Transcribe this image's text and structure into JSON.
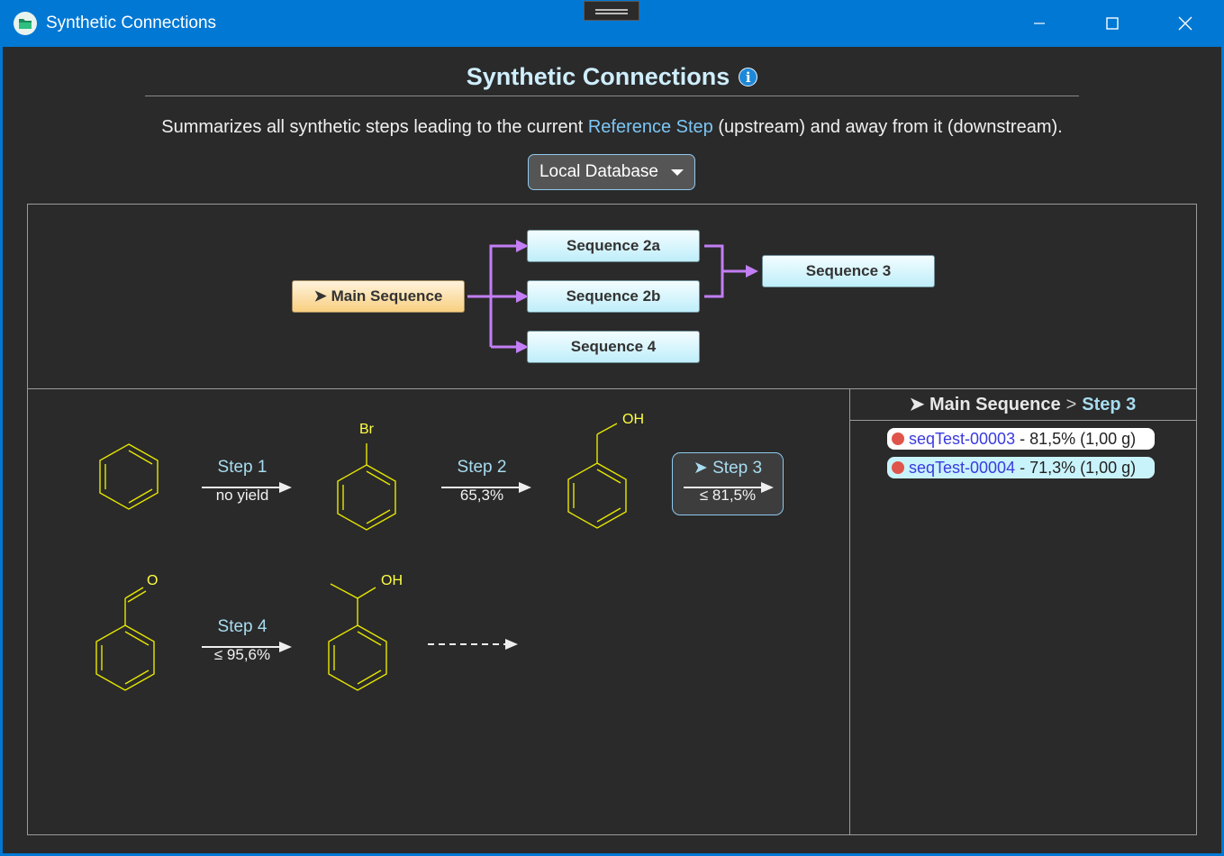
{
  "window": {
    "title": "Synthetic Connections",
    "colors": {
      "accent": "#0078d4",
      "background": "#2a2a2a"
    }
  },
  "header": {
    "title": "Synthetic Connections",
    "subtitle_pre": "Summarizes all synthetic steps leading to the current ",
    "subtitle_link": "Reference Step",
    "subtitle_post": " (upstream) and away from it (downstream)."
  },
  "source_dropdown": {
    "selected": "Local Database"
  },
  "sequence_graph": {
    "main": "➤ Main Sequence",
    "nodes": [
      "Sequence 2a",
      "Sequence 2b",
      "Sequence 4",
      "Sequence 3"
    ],
    "connector_color": "#c37ef5"
  },
  "steps": [
    {
      "label": "Step 1",
      "yield": "no yield"
    },
    {
      "label": "Step 2",
      "yield": "65,3%"
    },
    {
      "label": "➤ Step 3",
      "yield": "≤ 81,5%"
    },
    {
      "label": "Step 4",
      "yield": "≤ 95,6%"
    }
  ],
  "molecule_labels": {
    "br": "Br",
    "oh1": "OH",
    "o": "O",
    "oh2": "OH"
  },
  "side_panel": {
    "sequence": "➤ Main Sequence",
    "separator": ">",
    "step": "Step 3",
    "entries": [
      {
        "id": "seqTest-00003",
        "detail": " - 81,5% (1,00 g)"
      },
      {
        "id": "seqTest-00004",
        "detail": " - 71,3% (1,00 g)"
      }
    ]
  }
}
